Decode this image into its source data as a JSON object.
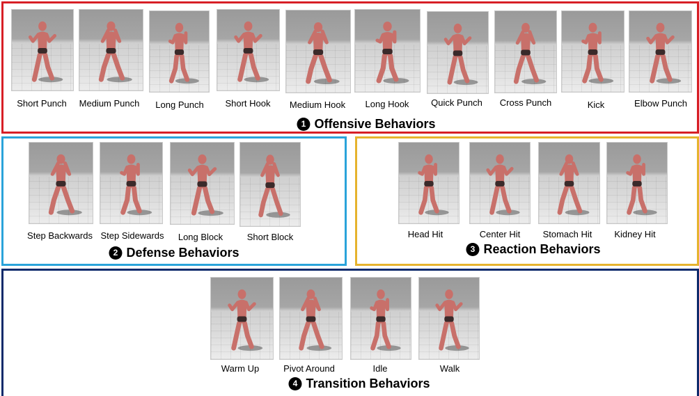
{
  "colors": {
    "offensive": "#d71f26",
    "defense": "#2aa3da",
    "reaction": "#e6b32e",
    "transition": "#0e2a6b",
    "figure": "#c8706a"
  },
  "offensive": {
    "number": "1",
    "title": "Offensive Behaviors",
    "items": [
      "Short Punch",
      "Medium Punch",
      "Long Punch",
      "Short Hook",
      "Medium Hook",
      "Long Hook",
      "Quick Punch",
      "Cross Punch",
      "Kick",
      "Elbow Punch"
    ]
  },
  "defense": {
    "number": "2",
    "title": "Defense Behaviors",
    "items": [
      "Step Backwards",
      "Step Sidewards",
      "Long Block",
      "Short Block"
    ]
  },
  "reaction": {
    "number": "3",
    "title": "Reaction Behaviors",
    "items": [
      "Head Hit",
      "Center Hit",
      "Stomach Hit",
      "Kidney Hit"
    ]
  },
  "transition": {
    "number": "4",
    "title": "Transition Behaviors",
    "items": [
      "Warm Up",
      "Pivot Around",
      "Idle",
      "Walk"
    ]
  }
}
